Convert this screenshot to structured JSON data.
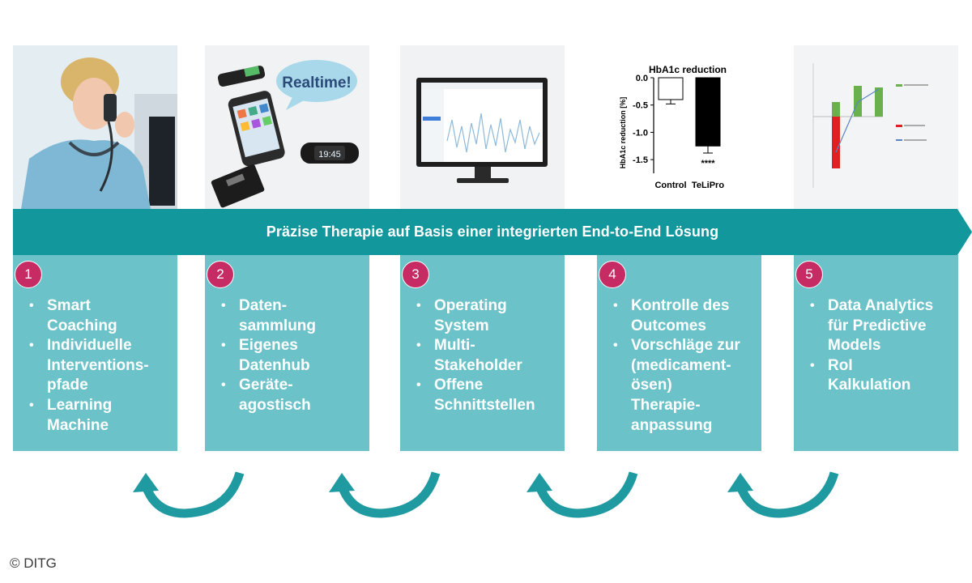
{
  "banner": {
    "text": "Präzise Therapie auf Basis einer integrierten End-to-End Lösung"
  },
  "images": {
    "realtime_bubble": "Realtime!",
    "watch_time": "19:45",
    "hba1c_chart": {
      "title": "HbA1c reduction",
      "ylabel": "HbA1c reduction [%]",
      "yticks": [
        "0.0",
        "-0.5",
        "-1.0",
        "-1.5"
      ],
      "categories": [
        "Control",
        "TeLiPro"
      ],
      "values": [
        -0.4,
        -1.25
      ],
      "errors": [
        0.08,
        0.13
      ],
      "ylim": [
        -1.75,
        0
      ],
      "significance": "****",
      "colors": [
        "#ffffff",
        "#000000"
      ]
    }
  },
  "steps": [
    {
      "number": "1",
      "bullets": [
        "Smart\nCoaching",
        "Individuelle\nInterventions-\npfade",
        "Learning\nMachine"
      ]
    },
    {
      "number": "2",
      "bullets": [
        "Daten-\nsammlung",
        "Eigenes\nDatenhub",
        "Geräte-\nagostisch"
      ]
    },
    {
      "number": "3",
      "bullets": [
        "Operating\nSystem",
        "Multi-\nStakeholder",
        "Offene\nSchnittstellen"
      ]
    },
    {
      "number": "4",
      "bullets": [
        "Kontrolle des\nOutcomes",
        "Vorschläge zur\n(medicament-\nösen)\nTherapie-\nanpassung"
      ]
    },
    {
      "number": "5",
      "bullets": [
        "Data Analytics\nfür Predictive\nModels",
        "RoI\nKalkulation"
      ]
    }
  ],
  "copyright": "© DITG",
  "colors": {
    "teal_dark": "#11979c",
    "teal_light": "#6bc3c9",
    "magenta": "#c72b63",
    "cycle_arrow": "#1e9aa0"
  }
}
